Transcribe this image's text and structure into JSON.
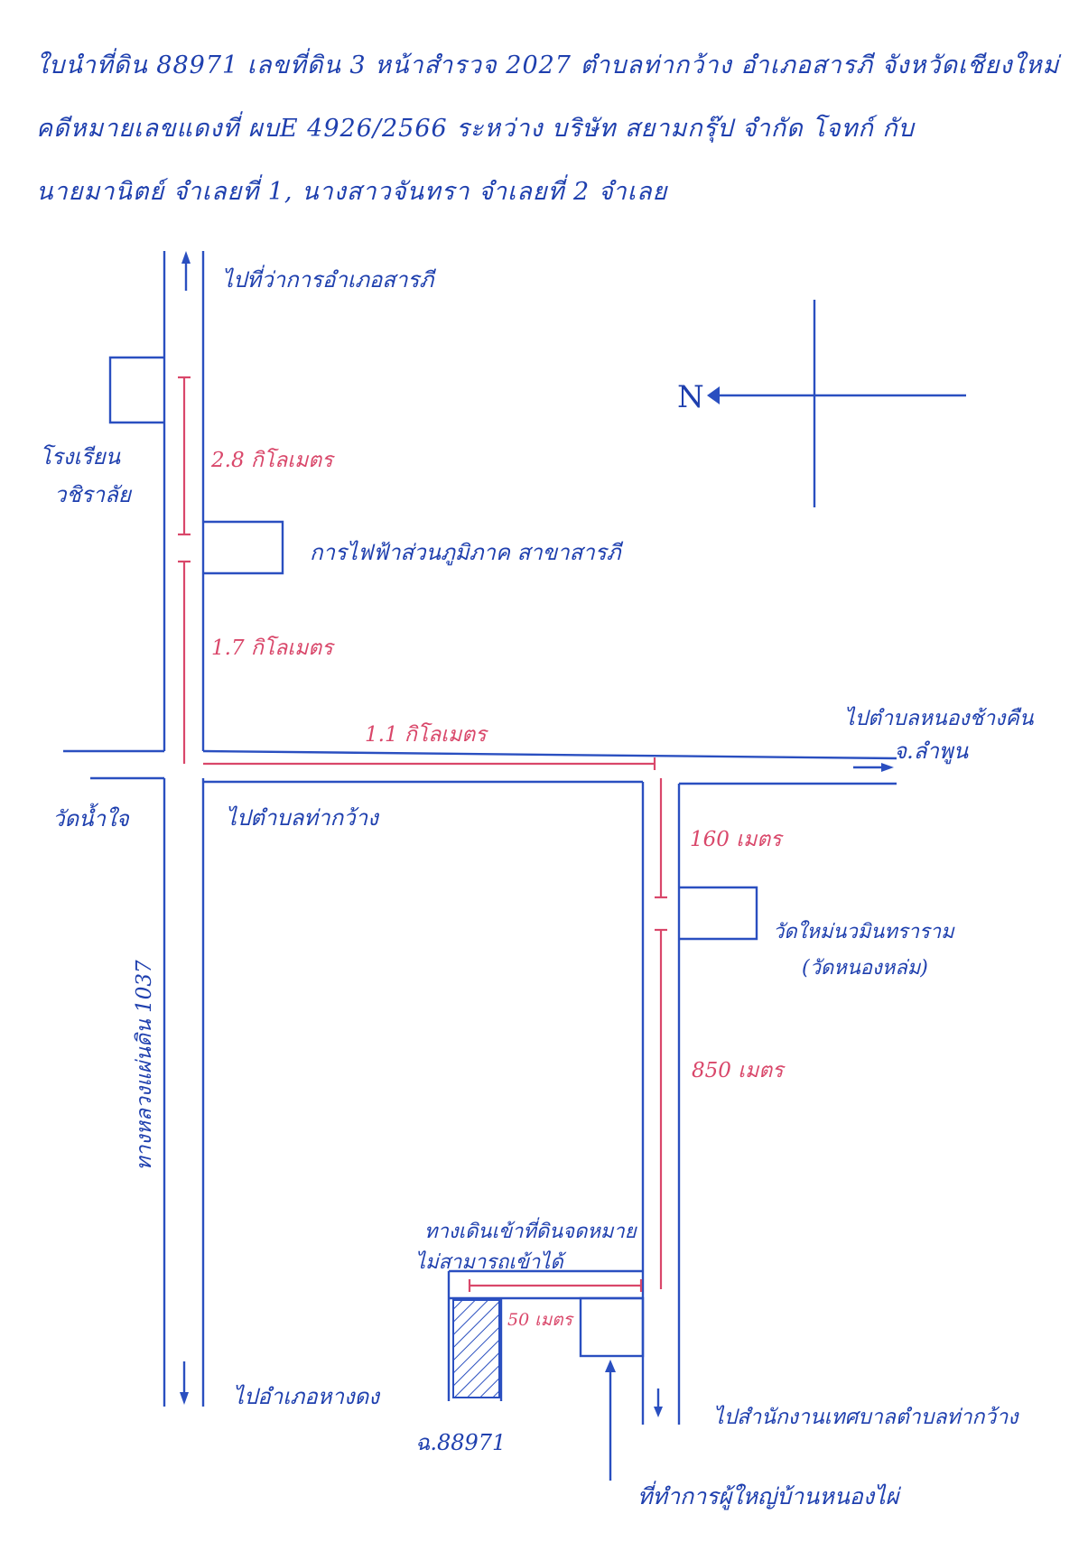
{
  "header": {
    "line1": "ใบนำที่ดิน 88971 เลขที่ดิน 3 หน้าสำรวจ 2027 ตำบลท่ากว้าง อำเภอสารภี จังหวัดเชียงใหม่",
    "line2": "คดีหมายเลขแดงที่ ผบE 4926/2566 ระหว่าง บริษัท สยามกรุ๊ป จำกัด โจทก์ กับ",
    "line3": "นายมานิตย์ จำเลยที่ 1, นางสาวจันทรา จำเลยที่ 2 จำเลย"
  },
  "labels": {
    "to_district_office": "ไปที่ว่าการอำเภอสารภี",
    "school": "โรงเรียน",
    "school_name": "วชิราลัย",
    "pea": "การไฟฟ้าส่วนภูมิภาค สาขาสารภี",
    "to_lamphun": "ไปตำบลหนองช้างคืน",
    "lamphun": "จ.ลำพูน",
    "wat_namjai": "วัดน้ำใจ",
    "to_thakwang": "ไปตำบลท่ากว้าง",
    "wat_mai": "วัดใหม่นวมินทราราม",
    "wat_mai_alt": "(วัดหนองหล่ม)",
    "highway": "ทางหลวงแผ่นดิน 1037",
    "walkway1": "ทางเดินเข้าที่ดินจดหมาย",
    "walkway2": "ไม่สามารถเข้าได้",
    "to_hangdong": "ไปอำเภอหางดง",
    "parcel": "ฉ.88971",
    "to_municipality": "ไปสำนักงานเทศบาลตำบลท่ากว้าง",
    "village_head": "ที่ทำการผู้ใหญ่บ้านหนองไผ่",
    "north": "N"
  },
  "distances": {
    "d1": "2.8 กิโลเมตร",
    "d2": "1.7 กิโลเมตร",
    "d3": "1.1 กิโลเมตร",
    "d4": "160 เมตร",
    "d5": "850 เมตร",
    "d6": "50 เมตร"
  },
  "colors": {
    "ink": "#1e3fae",
    "road": "#2a4fc0",
    "measure": "#d9476a"
  }
}
